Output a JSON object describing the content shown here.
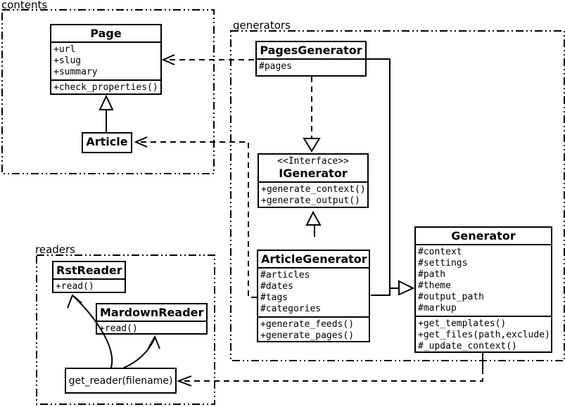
{
  "colors": {
    "ink": "#000000",
    "paper": "#ffffff"
  },
  "packages": {
    "contents": {
      "label": "contents"
    },
    "generators": {
      "label": "generators"
    },
    "readers": {
      "label": "readers"
    }
  },
  "classes": {
    "page": {
      "name": "Page",
      "attributes": [
        "+url",
        "+slug",
        "+summary"
      ],
      "methods": [
        "+check_properties()"
      ]
    },
    "article": {
      "name": "Article"
    },
    "pages_generator": {
      "name": "PagesGenerator",
      "attributes": [
        "#pages"
      ]
    },
    "igenerator": {
      "stereotype": "<<Interface>>",
      "name": "IGenerator",
      "methods": [
        "+generate_context()",
        "+generate_output()"
      ]
    },
    "article_generator": {
      "name": "ArticleGenerator",
      "attributes": [
        "#articles",
        "#dates",
        "#tags",
        "#categories"
      ],
      "methods": [
        "+generate_feeds()",
        "+generate_pages()"
      ]
    },
    "generator": {
      "name": "Generator",
      "attributes": [
        "#context",
        "#settings",
        "#path",
        "#theme",
        "#output_path",
        "#markup"
      ],
      "methods": [
        "+get_templates()",
        "+get_files(path,exclude)",
        "#_update_context()"
      ]
    },
    "rst_reader": {
      "name": "RstReader",
      "methods": [
        "+read()"
      ]
    },
    "mardown_reader": {
      "name": "MardownReader",
      "methods": [
        "+read()"
      ]
    },
    "get_reader": {
      "label": "get_reader(filename)"
    }
  },
  "relationships": [
    {
      "from": "Article",
      "to": "Page",
      "type": "inheritance",
      "line": "solid-hollow-triangle"
    },
    {
      "from": "PagesGenerator",
      "to": "Page",
      "type": "dependency",
      "line": "dashed-open-arrow"
    },
    {
      "from": "ArticleGenerator",
      "to": "Article",
      "type": "dependency",
      "line": "dashed-open-arrow"
    },
    {
      "from": "PagesGenerator",
      "to": "IGenerator",
      "type": "realization",
      "line": "dashed-hollow-triangle"
    },
    {
      "from": "ArticleGenerator",
      "to": "IGenerator",
      "type": "inheritance",
      "line": "solid-hollow-triangle"
    },
    {
      "from": "PagesGenerator",
      "to": "Generator",
      "type": "inheritance",
      "line": "solid-hollow-triangle"
    },
    {
      "from": "ArticleGenerator",
      "to": "Generator",
      "type": "inheritance",
      "line": "solid-hollow-triangle"
    },
    {
      "from": "Generator",
      "to": "get_reader(filename)",
      "type": "dependency",
      "line": "dashed-open-arrow"
    },
    {
      "from": "get_reader(filename)",
      "to": "RstReader",
      "type": "call",
      "line": "curved-open-arrow"
    },
    {
      "from": "get_reader(filename)",
      "to": "MardownReader",
      "type": "call",
      "line": "curved-open-arrow"
    }
  ]
}
